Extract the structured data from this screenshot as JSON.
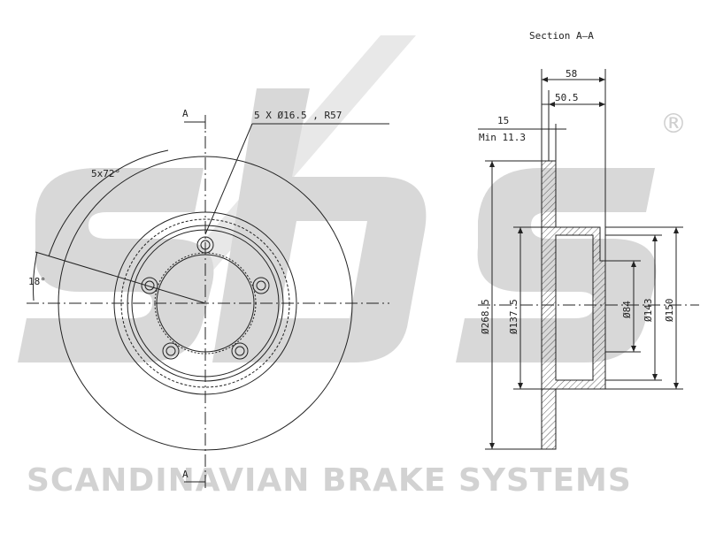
{
  "watermark": {
    "brand": "SCANDINAVIAN BRAKE SYSTEMS",
    "logo_letters": "sbs",
    "registered": "®"
  },
  "front_view": {
    "section_marker_top": "A",
    "section_marker_bottom": "A",
    "bolt_callout": "5 X Ø16.5 , R57",
    "bolt_angle": "5x72°",
    "offset_angle": "18°"
  },
  "section_view": {
    "title": "Section A–A",
    "dimensions": {
      "overall_height": "58",
      "hat_height": "50.5",
      "thickness": "15",
      "min_thickness": "Min 11.3",
      "outer_diameter": "Ø268.5",
      "inner_diameter": "Ø137.5",
      "center_bore": "Ø84",
      "hub_diameter": "Ø143",
      "hat_diameter": "Ø150"
    }
  },
  "colors": {
    "line": "#222222",
    "watermark": "#d2d2d2"
  }
}
